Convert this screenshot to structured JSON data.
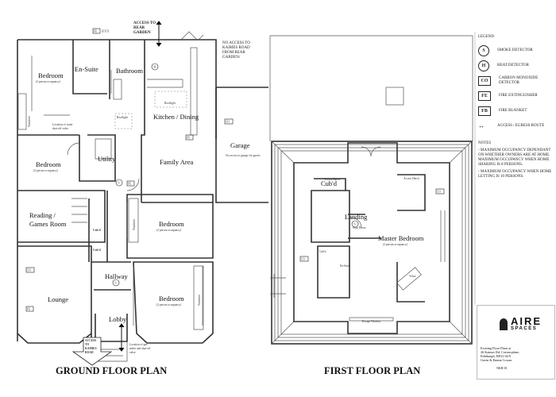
{
  "ground_floor": {
    "title": "GROUND FLOOR PLAN",
    "rooms": {
      "bedroom1": "Bedroom",
      "bedroom1_occ": "(2 person occupancy)",
      "ensuite": "En-Suite",
      "bathroom": "Bathroom",
      "kitchen": "Kitchen / Dining",
      "family": "Family Area",
      "garage": "Garage",
      "garage_note": "No access to garage for guests",
      "bedroom2": "Bedroom",
      "bedroom2_occ": "(2 person occupancy)",
      "utility": "Utility",
      "reading1": "Reading /",
      "reading2": "Games Room",
      "cubd1": "Cub'd",
      "cubd2": "Cub'd",
      "bedroom3": "Bedroom",
      "bedroom3_occ": "(2 person occupancy)",
      "hallway": "Hallway",
      "lounge": "Lounge",
      "bedroom4": "Bedroom",
      "bedroom4_occ": "(2 person occupancy)",
      "lobby": "Lobby",
      "wardrobe1": "Wardrobe",
      "wardrobe2": "Wardrobe",
      "wardrobe3": "Wardrobe",
      "rooflight1": "Rooflight",
      "rooflight2": "Rooflight"
    },
    "annotations": {
      "rear_access": [
        "ACCESS TO",
        "REAR",
        "GARDEN"
      ],
      "no_access": [
        "NO ACCESS TO",
        "KAIMES ROAD",
        "FROM REAR",
        "GARDEN/"
      ],
      "kaimes_access": [
        "ACCESS",
        "TO",
        "KAIMES",
        "ROAD"
      ],
      "fe_ext": "(EXT)",
      "water_valve": [
        "Location of water",
        "shut-off valve"
      ],
      "gas_meter": [
        "Location of gas",
        "meter and shut-off",
        "valve"
      ]
    }
  },
  "first_floor": {
    "title": "FIRST FLOOR PLAN",
    "rooms": {
      "master": "Master Bedroom",
      "master_occ": "(2 person occupancy)",
      "landing": "Landing",
      "cubd": "Cub'd",
      "cubd2": "Cub'd",
      "ensuite": "En-Suite",
      "velux": "Velux",
      "access_hatch1": "Access Hatch",
      "access_hatch2": "Access Hatch",
      "stair_down": "Stair Down",
      "escape_window": "Escape Window"
    }
  },
  "symbols": {
    "smoke": "S",
    "heat": "H",
    "co": "CO",
    "fe": "FE",
    "fb": "FB"
  },
  "legend": {
    "title": "LEGEND",
    "items": [
      {
        "symbol": "S",
        "label": "SMOKE DETECTOR"
      },
      {
        "symbol": "H",
        "label": "HEAT DETECTOR"
      },
      {
        "symbol": "CO",
        "label": "CARBON MONOXIDE DETECTOR"
      },
      {
        "symbol": "FE",
        "label": "FIRE EXTINGUISHER"
      },
      {
        "symbol": "FB",
        "label": "FIRE BLANKET"
      },
      {
        "symbol": "arrow",
        "label": "ACCESS / EGRESS ROUTE"
      }
    ]
  },
  "notes": {
    "title": "NOTES",
    "items": [
      "- MAXIMUM OCCUPANCY DEPENDANT ON WHETHER OWNERS ARE AT HOME. MAXIMUM OCCUPANCY WHEN HOME SHARING IS 8 PERSONS.",
      "- MAXIMUM OCCUPANCY WHEN HOME LETTING IS 10 PERSONS."
    ]
  },
  "title_block": {
    "logo_line1": "AIRE",
    "logo_line2": "SPACES",
    "address": [
      "Existing Floor Plans at",
      "26 Kaimes Rd, Corstorphine,",
      "Edinburgh, EH12 6LN",
      "Gavin & Emma Cowan"
    ],
    "drawing_no": "NKR-01"
  }
}
